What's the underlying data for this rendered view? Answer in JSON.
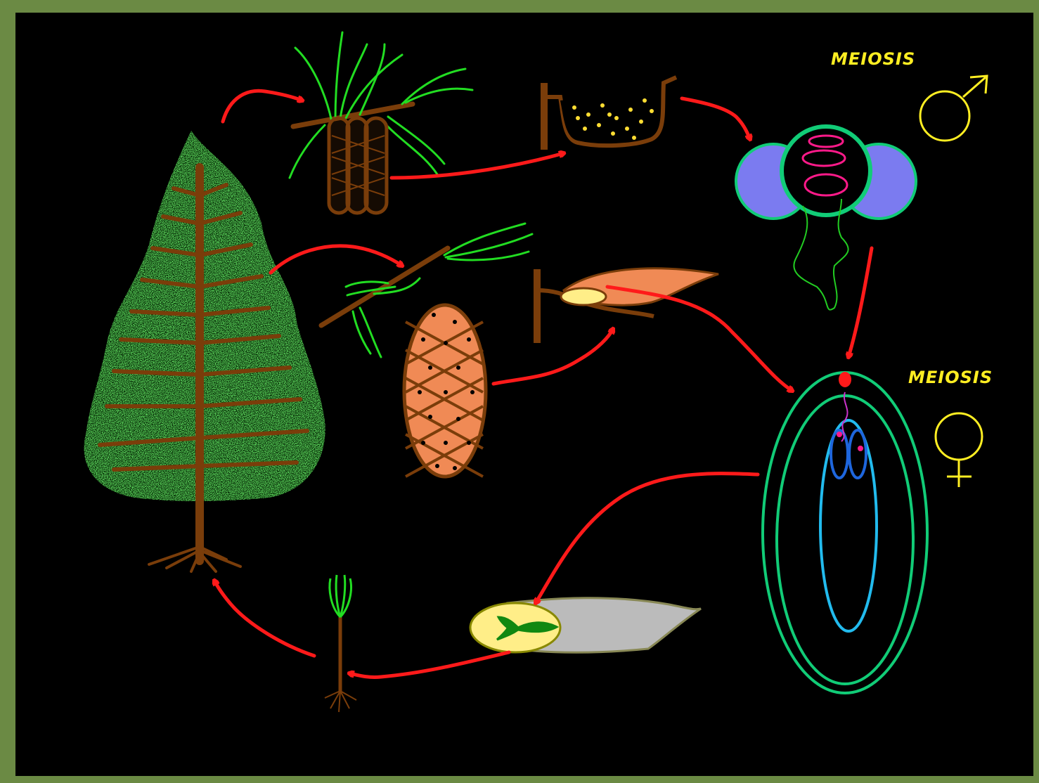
{
  "labels": {
    "meiosis_male": "Meiosis",
    "meiosis_female": "Meiosis"
  },
  "colors": {
    "background": "#000000",
    "frame": "#6b8a44",
    "arrow": "#ff1a1a",
    "label": "#ffee22",
    "trunk": "#7a3d0a",
    "foliage": "#33dd33",
    "needle": "#22dd22",
    "pollen_wing": "#7b7bf0",
    "ovule_outer": "#11cc77",
    "ovule_inner": "#22bbee",
    "cone": "#f08a55",
    "seed_coat": "#bbbbbb"
  },
  "icons": {
    "male": "mars-symbol",
    "female": "venus-symbol"
  }
}
